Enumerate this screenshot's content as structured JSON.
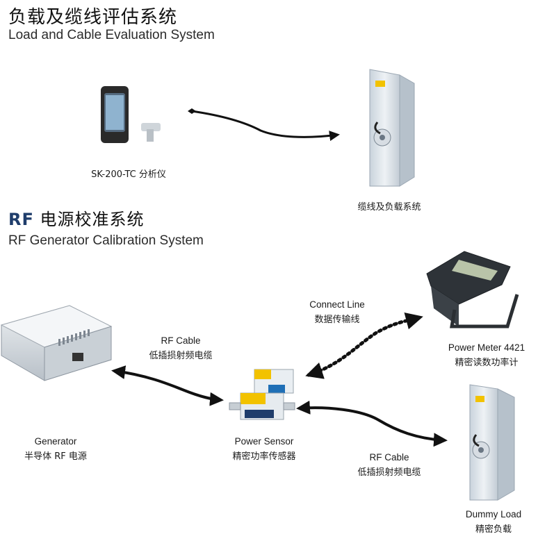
{
  "section1": {
    "title_zh": "负载及缆线评估系统",
    "title_en": "Load and Cable Evaluation System",
    "analyzer_label": "SK-200-TC 分析仪",
    "load_label": "缆线及负载系统"
  },
  "section2": {
    "title_bold": "RF",
    "title_zh": " 电源校准系统",
    "title_en": "RF Generator Calibration System",
    "connect_line_en": "Connect Line",
    "connect_line_zh": "数据传输线",
    "power_meter_en": "Power Meter 4421",
    "power_meter_zh": "精密读数功率计",
    "rf_cable1_en": "RF Cable",
    "rf_cable1_zh": "低插损射频电缆",
    "generator_en": "Generator",
    "generator_zh": "半导体 RF 电源",
    "power_sensor_en": "Power Sensor",
    "power_sensor_zh": "精密功率传感器",
    "rf_cable2_en": "RF Cable",
    "rf_cable2_zh": "低插损射频电缆",
    "dummy_load_en": "Dummy Load",
    "dummy_load_zh": "精密负载"
  },
  "colors": {
    "arrow": "#111111",
    "heading_accent": "#1f3d6b",
    "device_body": "#dfe4ea",
    "sensor_yellow": "#f2c200"
  }
}
